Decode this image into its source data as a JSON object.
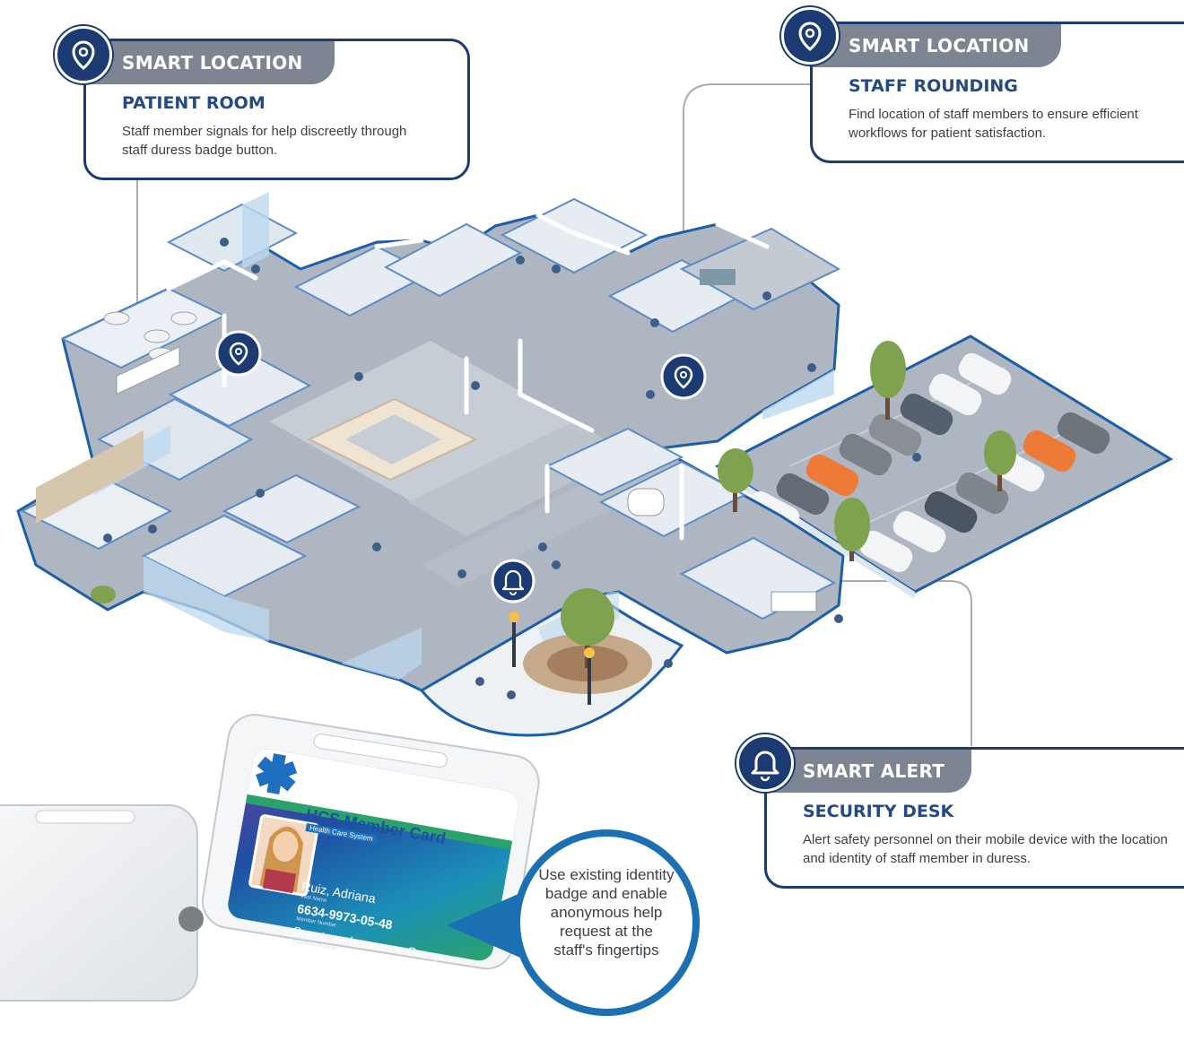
{
  "callouts": {
    "patient_room": {
      "tag": "SMART LOCATION",
      "title": "PATIENT ROOM",
      "text": "Staff member signals for help discreetly through staff duress badge button.",
      "icon": "location-pin-icon"
    },
    "staff_rounding": {
      "tag": "SMART LOCATION",
      "title": "STAFF ROUNDING",
      "text": "Find location of staff members to ensure efficient workflows for patient satisfaction.",
      "icon": "location-pin-icon"
    },
    "security_desk": {
      "tag": "SMART ALERT",
      "title": "SECURITY DESK",
      "text": "Alert safety personnel on their mobile device with the location and identity of staff member in duress.",
      "icon": "bell-icon"
    }
  },
  "badge": {
    "card_title": "HCS Member Card",
    "card_subtitle": "Health Care System",
    "member_name": "Ruiz, Adriana",
    "member_label": "Last Name",
    "member_id": "6634-9973-05-48",
    "member_id_label": "Member Number",
    "group": "Spectrum Insurance Group",
    "group_label": "Insurance Provider",
    "message": "Use existing identity badge and enable anonymous help request at the staff's fingertips"
  },
  "colors": {
    "navy": "#1d3b73",
    "tab_gray": "#7c8591",
    "heading_blue": "#234a86",
    "glass_blue": "#bcd9f0",
    "floor_gray": "#aeb6c1",
    "connector": "#a9adb2",
    "card_blue": "#1e4fa3",
    "card_green": "#2aa36b",
    "car_orange": "#ee7a38"
  }
}
